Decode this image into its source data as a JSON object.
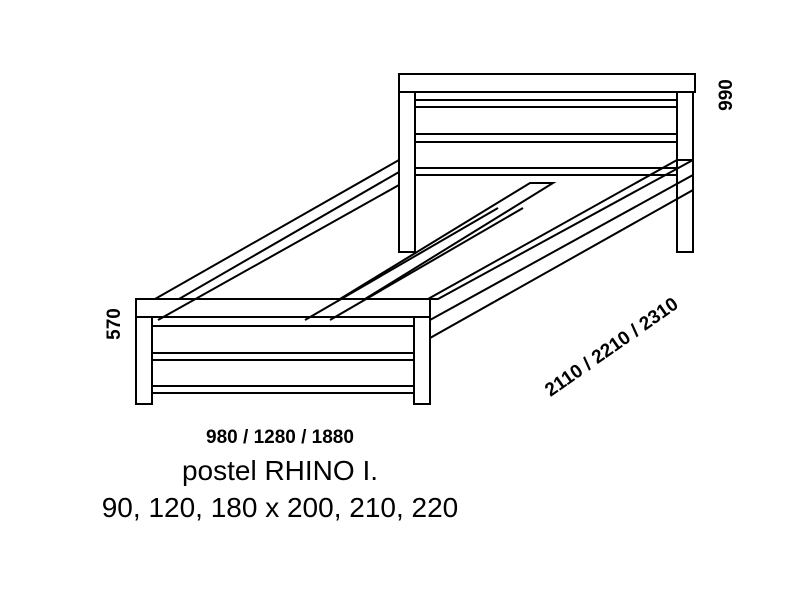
{
  "dimensions": {
    "headboard_height": "990",
    "footboard_height": "570",
    "widths": "980 / 1280 / 1880",
    "lengths": "2110 / 2210 / 2310"
  },
  "caption": {
    "title": "postel RHINO I.",
    "sizes": "90, 120, 180 x 200, 210, 220"
  }
}
